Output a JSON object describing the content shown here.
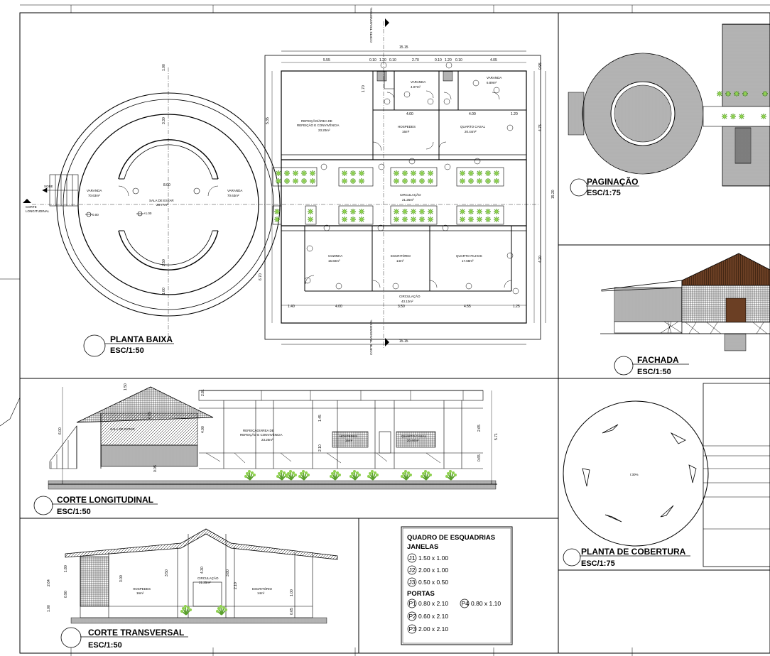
{
  "sheet": {
    "views": {
      "planta_baixa": {
        "title": "PLANTA BAIXA",
        "scale": "ESC/1:50"
      },
      "paginacao": {
        "title": "PAGINAÇÃO",
        "scale": "ESC/1:75"
      },
      "fachada": {
        "title": "FACHADA",
        "scale": "ESC/1:50"
      },
      "corte_longitudinal": {
        "title": "CORTE LONGITUDINAL",
        "scale": "ESC/1:50"
      },
      "corte_transversal": {
        "title": "CORTE TRANSVERSAL",
        "scale": "ESC/1:50"
      },
      "planta_cobertura": {
        "title": "PLANTA DE COBERTURA",
        "scale": "ESC/1:75",
        "slope": "I:30%"
      }
    }
  },
  "plan": {
    "rooms": {
      "refeicao": {
        "name": "REFEIÇÃO/ÁREA DE",
        "name2": "REFEIÇÃO E CONVIVÊNCIA",
        "area": "23.20m²"
      },
      "hospedes": {
        "name": "HOSPEDES",
        "area": "16m²"
      },
      "quarto_casal": {
        "name": "QUARTO CASAL",
        "area": "20.44m²"
      },
      "varanda1": {
        "name": "VARANDA",
        "area": "4.07m²"
      },
      "varanda2": {
        "name": "VARANDA",
        "area": "6.89m²"
      },
      "circulacao1": {
        "name": "CIRCULAÇÃO",
        "area": "21.25m²"
      },
      "cozinha": {
        "name": "COZINHA",
        "area": "15.60m²"
      },
      "escritorio": {
        "name": "ESCRITÓRIO",
        "area": "14m²"
      },
      "quarto_filhos": {
        "name": "QUARTO FILHOS",
        "area": "17.68m²"
      },
      "circulacao2": {
        "name": "CIRCULAÇÃO",
        "area": "43.12m²"
      },
      "sala_estar": {
        "name": "SALA DE ESTAR",
        "area": "28.77m²"
      },
      "varanda_l": {
        "name": "VARANDA",
        "area": "70.63m²"
      },
      "varanda_r": {
        "name": "VARANDA",
        "area": "70.63m²"
      }
    },
    "labels": {
      "corte_long": "CORTE",
      "corte_long2": "LONGITUDINAL",
      "corte_transv": "CORTE TRANSVERSAL",
      "sobe": "SOBE",
      "level": "0.00",
      "level2": "+1.00"
    },
    "dims": {
      "total_w": "15.15",
      "top_1": "5.55",
      "top_2": "0.10",
      "top_3": "1.20",
      "top_4": "0.10",
      "top_5": "2.70",
      "top_6": "0.10",
      "top_7": "1.20",
      "top_8": "0.10",
      "top_9": "4.05",
      "bot_1": "1.40",
      "bot_2": "4.00",
      "bot_3": "3.50",
      "bot_4": "4.55",
      "bot_5": "1.25",
      "right_h": "15.20",
      "left_1": "5.35",
      "left_2": "6.70",
      "circle_d": "8.00",
      "r_dim": "3.30",
      "d1": "4.00",
      "d2": "4.00",
      "d3": "1.20",
      "d4": "4.75",
      "d5": "4.20",
      "d6": "1.00",
      "d7": "2.50",
      "d8": "1.70",
      "d9": "0.95",
      "d10": "1.00"
    },
    "doors": [
      "P1",
      "P2",
      "P3",
      "J1",
      "J2",
      "J3"
    ]
  },
  "sections": {
    "long": {
      "labels": [
        "SALA DE ESTAR",
        "REFEIÇÃO/ÁREA DE",
        "REFEIÇÃO E CONVIVÊNCIA",
        "23.20m²",
        "HOSPEDES",
        "16m²",
        "QUARTO CASAL",
        "20.44m²"
      ],
      "dims": [
        "1.50",
        "6.00",
        "0.65",
        "0.05",
        "4.00",
        "2.81",
        "5.71",
        "1.45",
        "2.10",
        "2.65",
        "0.65"
      ]
    },
    "transv": {
      "labels": [
        "HOSPEDES",
        "16m²",
        "CIRCULAÇÃO",
        "21.25m²",
        "ESCRITÓRIO",
        "14m²"
      ],
      "dims": [
        "2.64",
        "1.80",
        "0.90",
        "1.00",
        "3.00",
        "3.50",
        "4.30",
        "3.80",
        "2.10",
        "1.00",
        "0.65"
      ]
    }
  },
  "quadro": {
    "title": "QUADRO DE ESQUADRIAS",
    "janelas_label": "JANELAS",
    "portas_label": "PORTAS",
    "janelas": [
      {
        "code": "J1",
        "size": "1.50  x  1.00"
      },
      {
        "code": "J2",
        "size": "2.00  x  1.00"
      },
      {
        "code": "J3",
        "size": "0.50  x  0.50"
      }
    ],
    "portas": [
      {
        "code": "P1",
        "size": "0.80  x  2.10"
      },
      {
        "code": "P2",
        "size": "0.60  x  2.10"
      },
      {
        "code": "P3",
        "size": "2.00  x  2.10"
      },
      {
        "code": "P4",
        "size": "0.80  x  1.10"
      }
    ]
  },
  "colors": {
    "plant": "#8fd14f",
    "plant_dark": "#5aa02c",
    "roof": "#6b3f24",
    "line": "#000000"
  }
}
